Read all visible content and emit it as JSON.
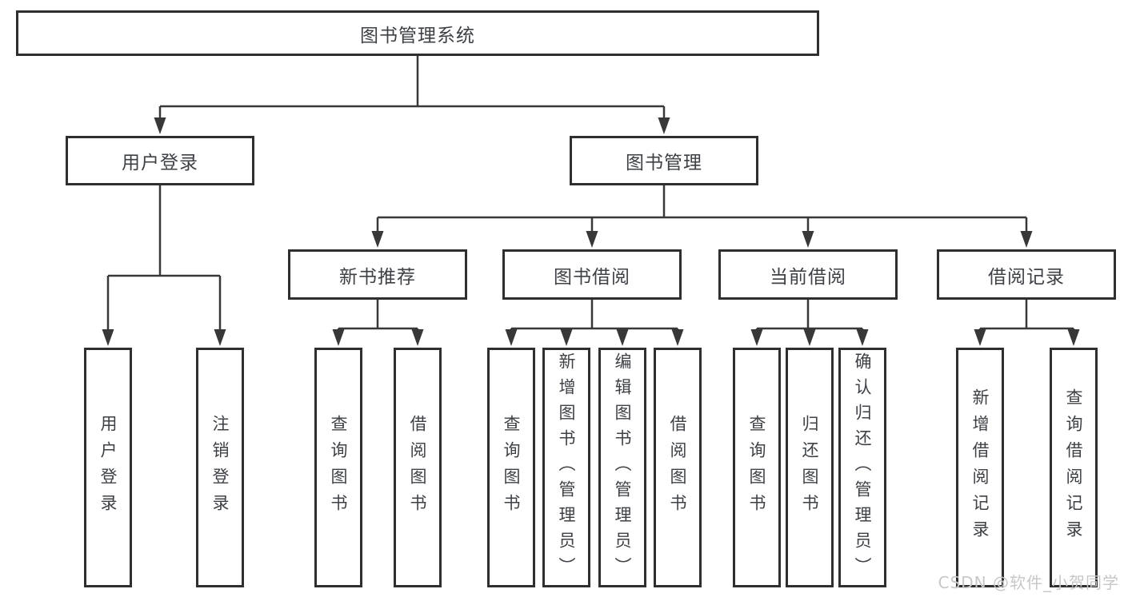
{
  "tree": {
    "root": {
      "label": "图书管理系统"
    },
    "branches": [
      {
        "label": "用户登录",
        "children": [
          {
            "label": "用户登录"
          },
          {
            "label": "注销登录"
          }
        ]
      },
      {
        "label": "图书管理",
        "children": [
          {
            "label": "新书推荐",
            "children": [
              {
                "label": "查询图书"
              },
              {
                "label": "借阅图书"
              }
            ]
          },
          {
            "label": "图书借阅",
            "children": [
              {
                "label": "查询图书"
              },
              {
                "label": "新增图书（管理员）"
              },
              {
                "label": "编辑图书（管理员）"
              },
              {
                "label": "借阅图书"
              }
            ]
          },
          {
            "label": "当前借阅",
            "children": [
              {
                "label": "查询图书"
              },
              {
                "label": "归还图书"
              },
              {
                "label": "确认归还（管理员）"
              }
            ]
          },
          {
            "label": "借阅记录",
            "children": [
              {
                "label": "新增借阅记录"
              },
              {
                "label": "查询借阅记录"
              }
            ]
          }
        ]
      }
    ]
  },
  "watermark": "CSDN @软件_小贺同学",
  "colors": {
    "line": "#383838",
    "box_border": "#2f2f2f",
    "text": "#3d4146",
    "watermark": "#c7c7c7",
    "background": "#ffffff"
  }
}
